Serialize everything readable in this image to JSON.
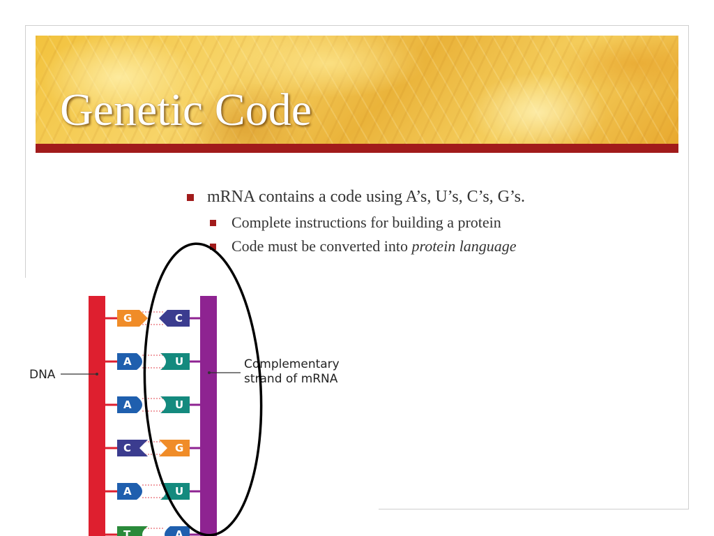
{
  "slide": {
    "title": "Genetic Code",
    "bullets": [
      {
        "level": 1,
        "text": "mRNA contains a code using A’s, U’s, C’s, G’s."
      },
      {
        "level": 2,
        "text": "Complete instructions for building a protein"
      },
      {
        "level": 2,
        "text_before": "Code must be converted into ",
        "text_emphasis": "protein language"
      }
    ]
  },
  "diagram": {
    "dna_label": "DNA",
    "mrna_label_line1": "Complementary",
    "mrna_label_line2": "strand of mRNA",
    "base_pairs": [
      {
        "dna": "G",
        "mrna": "C"
      },
      {
        "dna": "A",
        "mrna": "U"
      },
      {
        "dna": "A",
        "mrna": "U"
      },
      {
        "dna": "C",
        "mrna": "G"
      },
      {
        "dna": "A",
        "mrna": "U"
      },
      {
        "dna": "T",
        "mrna": "A"
      }
    ]
  },
  "colors": {
    "accent_red": "#a11b1b",
    "dna_strand": "#de1f2f",
    "mrna_strand": "#8e2391",
    "base_G": "#f08c28",
    "base_C": "#3b3c8f",
    "base_A": "#1f5fae",
    "base_U": "#148a7e",
    "base_T": "#2a8a3a"
  }
}
